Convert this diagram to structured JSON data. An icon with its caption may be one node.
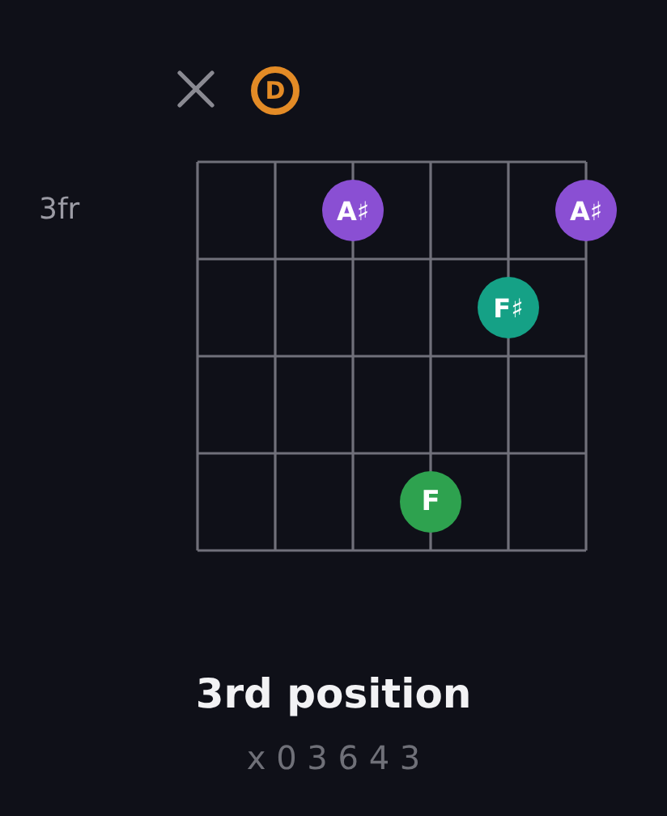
{
  "diagram": {
    "title": "3rd position",
    "nodes": [
      {
        "text": [
          "D"
        ]
      },
      {
        "text": [
          "A♯"
        ]
      },
      {
        "text": [
          "A♯"
        ]
      },
      {
        "text": [
          "F♯"
        ]
      },
      {
        "text": [
          "F"
        ]
      }
    ],
    "labels": [
      "3fr",
      "x 0 3 6 4 3"
    ]
  }
}
